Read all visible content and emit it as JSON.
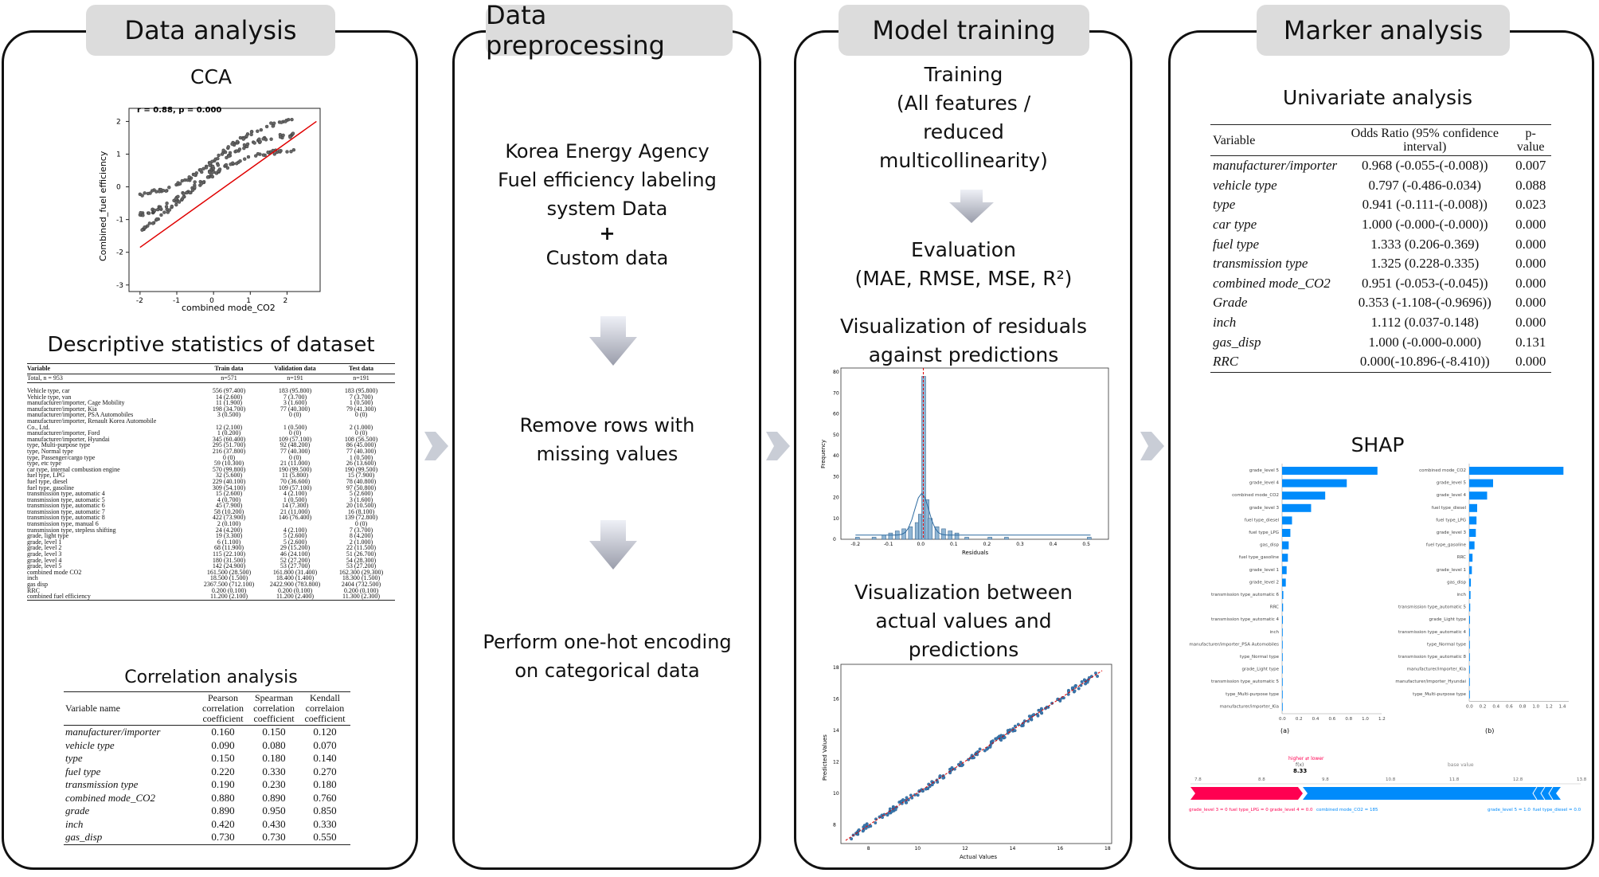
{
  "panels": {
    "data_analysis": "Data analysis",
    "data_preprocessing": "Data preprocessing",
    "model_training": "Model training",
    "marker_analysis": "Marker analysis"
  },
  "cca": {
    "title": "CCA",
    "annotation": "r = 0.88, p = 0.000",
    "xlabel": "combined mode_CO2",
    "ylabel": "Combined_fuel efficiency",
    "xticks": [
      "-2",
      "-1",
      "0",
      "1",
      "2"
    ],
    "yticks": [
      "2",
      "1",
      "0",
      "-1",
      "-2",
      "-3"
    ]
  },
  "descriptive": {
    "title": "Descriptive statistics of dataset",
    "headers": [
      "Variable",
      "Train data",
      "Validation data",
      "Test data"
    ],
    "total": [
      "Total, n = 953",
      "n=571",
      "n=191",
      "n=191"
    ],
    "rows": [
      [
        "Vehicle type, car",
        "556 (97.400)",
        "183 (95.800)",
        "183 (95.800)"
      ],
      [
        "Vehicle type, van",
        "14 (2.600)",
        "7 (3.700)",
        "7 (3.700)"
      ],
      [
        "manufacturer/importer, Cage Mobility",
        "11 (1.900)",
        "3 (1.600)",
        "1 (0.500)"
      ],
      [
        "manufacturer/importer, Kia",
        "198 (34.700)",
        "77 (40.300)",
        "79 (41.300)"
      ],
      [
        "manufacturer/importer, PSA Automobiles",
        "3 (0.500)",
        "0 (0)",
        "0 (0)"
      ],
      [
        "manufacturer/importer, Renault Korea Automobile",
        "",
        "",
        ""
      ],
      [
        "Co., Ltd.",
        "12 (2.100)",
        "1 (0.500)",
        "2 (1.000)"
      ],
      [
        "manufacturer/importer, Ford",
        "1 (0.200)",
        "0 (0)",
        "0 (0)"
      ],
      [
        "manufacturer/importer, Hyundai",
        "345 (60.400)",
        "109 (57.100)",
        "108 (56.500)"
      ],
      [
        "type, Multi-purpose type",
        "295 (51.700)",
        "92 (48.200)",
        "86 (45.000)"
      ],
      [
        "type, Normal type",
        "216 (37.800)",
        "77 (40.300)",
        "77 (40.300)"
      ],
      [
        "type, Passenger/cargo type",
        "0 (0)",
        "0 (0)",
        "1 (0.500)"
      ],
      [
        "type, etc type",
        "59 (10.300)",
        "21 (11.000)",
        "26 (13.600)"
      ],
      [
        "car type, internal combustion engine",
        "570 (99.800)",
        "190 (99.500)",
        "190 (99.500)"
      ],
      [
        "fuel type, LPG",
        "32 (5.600)",
        "11 (5.800)",
        "15 (7.900)"
      ],
      [
        "fuel type, diesel",
        "229 (40.100)",
        "70 (36.600)",
        "78 (40.800)"
      ],
      [
        "fuel type, gasoline",
        "309 (54.100)",
        "109 (57.100)",
        "97 (50.800)"
      ],
      [
        "transmission type, automatic 4",
        "15 (2.600)",
        "4 (2.100)",
        "5 (2.600)"
      ],
      [
        "transmission type, automatic 5",
        "4 (0.700)",
        "1 (0.500)",
        "3 (1.600)"
      ],
      [
        "transmission type, automatic 6",
        "45 (7.900)",
        "14 (7.300)",
        "20 (10.500)"
      ],
      [
        "transmission type, automatic 7",
        "58 (10.200)",
        "21 (11.000)",
        "16 (8.100)"
      ],
      [
        "transmission type, automatic 8",
        "422 (73.900)",
        "146 (76.400)",
        "139 (72.800)"
      ],
      [
        "transmission type, manual 6",
        "2 (0.100)",
        "",
        "0 (0)"
      ],
      [
        "transmission type, stepless shifting",
        "24 (4.200)",
        "4 (2.100)",
        "7 (3.700)"
      ],
      [
        "grade, light type",
        "19 (3.300)",
        "5 (2.600)",
        "8 (4.200)"
      ],
      [
        "grade, level 1",
        "6 (1.100)",
        "5 (2.600)",
        "2 (1.000)"
      ],
      [
        "grade, level 2",
        "68 (11.900)",
        "29 (15.200)",
        "22 (11.500)"
      ],
      [
        "grade, level 3",
        "115 (22.100)",
        "46 (24.100)",
        "51 (26.700)"
      ],
      [
        "grade, level 4",
        "180 (31.500)",
        "52 (27.200)",
        "54 (28.300)"
      ],
      [
        "grade, level 5",
        "142 (24.900)",
        "53 (27.700)",
        "53 (27.200)"
      ],
      [
        "combined mode CO2",
        "161.500 (28.500)",
        "161.800 (31.400)",
        "162.300 (29.300)"
      ],
      [
        "inch",
        "18.500 (1.500)",
        "18.400 (1.400)",
        "18.300 (1.500)"
      ],
      [
        "gas disp",
        "2367.500 (712.100)",
        "2422.900 (783.800)",
        "2404 (732.500)"
      ],
      [
        "RRC",
        "0.200 (0.100)",
        "0.200 (0.100)",
        "0.200 (0.100)"
      ],
      [
        "combined fuel efficiency",
        "11.200 (2.100)",
        "11.200 (2.400)",
        "11.300 (2.300)"
      ]
    ]
  },
  "correlation": {
    "title": "Correlation analysis",
    "headers": [
      "Variable name",
      "Pearson correlation coefficient",
      "Spearman correlation coefficient",
      "Kendall correlaion coefficient"
    ],
    "rows": [
      [
        "manufacturer/importer",
        "0.160",
        "0.150",
        "0.120"
      ],
      [
        "vehicle type",
        "0.090",
        "0.080",
        "0.070"
      ],
      [
        "type",
        "0.150",
        "0.180",
        "0.140"
      ],
      [
        "fuel type",
        "0.220",
        "0.330",
        "0.270"
      ],
      [
        "transmission type",
        "0.190",
        "0.230",
        "0.180"
      ],
      [
        "combined mode_CO2",
        "0.880",
        "0.890",
        "0.760"
      ],
      [
        "grade",
        "0.890",
        "0.950",
        "0.850"
      ],
      [
        "inch",
        "0.420",
        "0.430",
        "0.330"
      ],
      [
        "gas_disp",
        "0.730",
        "0.730",
        "0.550"
      ]
    ]
  },
  "preprocessing": {
    "source_line1": "Korea Energy Agency",
    "source_line2": "Fuel efficiency labeling",
    "source_line3": "system Data",
    "plus": "+",
    "custom": "Custom data",
    "step2_line1": "Remove rows with",
    "step2_line2": "missing values",
    "step3_line1": "Perform one-hot encoding",
    "step3_line2": "on categorical data"
  },
  "training": {
    "line1": "Training",
    "line2": "(All features /",
    "line3": "reduced",
    "line4": "multicollinearity)",
    "eval_title": "Evaluation",
    "eval_metrics": "(MAE, RMSE, MSE, R²)",
    "resid_title1": "Visualization of residuals",
    "resid_title2": "against predictions",
    "resid_xlabel": "Residuals",
    "resid_ylabel": "Frequency",
    "resid_xticks": [
      "-0.2",
      "-0.1",
      "0.0",
      "0.1",
      "0.2",
      "0.3",
      "0.4",
      "0.5"
    ],
    "resid_yticks": [
      "0",
      "10",
      "20",
      "30",
      "40",
      "50",
      "60",
      "70",
      "80"
    ],
    "actual_title1": "Visualization between",
    "actual_title2": "actual values and",
    "actual_title3": "predictions",
    "actual_xlabel": "Actual Values",
    "actual_ylabel": "Predicted Values",
    "actual_xticks": [
      "8",
      "10",
      "12",
      "14",
      "16",
      "18"
    ],
    "actual_yticks": [
      "8",
      "10",
      "12",
      "14",
      "16",
      "18"
    ]
  },
  "univariate": {
    "title": "Univariate analysis",
    "headers": [
      "Variable",
      "Odds Ratio (95% confidence interval)",
      "p-value"
    ],
    "rows": [
      [
        "manufacturer/importer",
        "0.968 (-0.055-(-0.008))",
        "0.007"
      ],
      [
        "vehicle type",
        "0.797 (-0.486-0.034)",
        "0.088"
      ],
      [
        "type",
        "0.941 (-0.111-(-0.008))",
        "0.023"
      ],
      [
        "car type",
        "1.000 (-0.000-(-0.000))",
        "0.000"
      ],
      [
        "fuel type",
        "1.333 (0.206-0.369)",
        "0.000"
      ],
      [
        "transmission type",
        "1.325 (0.228-0.335)",
        "0.000"
      ],
      [
        "combined mode_CO2",
        "0.951 (-0.053-(-0.045))",
        "0.000"
      ],
      [
        "Grade",
        "0.353 (-1.108-(-0.9696))",
        "0.000"
      ],
      [
        "inch",
        "1.112 (0.037-0.148)",
        "0.000"
      ],
      [
        "gas_disp",
        "1.000 (-0.000-0.000)",
        "0.131"
      ],
      [
        "RRC",
        "0.000(-10.896-(-8.410))",
        "0.000"
      ]
    ]
  },
  "shap": {
    "title": "SHAP",
    "panel_a_label": "(a)",
    "panel_b_label": "(b)",
    "a_features": [
      "grade_level 5",
      "grade_level 4",
      "combined mode_CO2",
      "grade_level 3",
      "fuel type_diesel",
      "fuel type_LPG",
      "gas_disp",
      "fuel type_gasoline",
      "grade_level 1",
      "grade_level 2",
      "transmission type_automatic 6",
      "RRC",
      "transmission type_automatic 4",
      "inch",
      "manufacturer/importer_PSA Automobiles",
      "type_Normal type",
      "grade_Light type",
      "transmission type_automatic 5",
      "type_Multi-purpose type",
      "manufacturer/importer_Kia"
    ],
    "a_values": [
      1.15,
      0.78,
      0.52,
      0.35,
      0.12,
      0.1,
      0.08,
      0.07,
      0.055,
      0.045,
      0.015,
      0.012,
      0.01,
      0.008,
      0.006,
      0.005,
      0.004,
      0.003,
      0.002,
      0.001
    ],
    "a_xticks": [
      "0.0",
      "0.2",
      "0.4",
      "0.6",
      "0.8",
      "1.0",
      "1.2"
    ],
    "b_features": [
      "combined mode_CO2",
      "grade_level 5",
      "grade_level 4",
      "fuel type_diesel",
      "fuel type_LPG",
      "grade_level 3",
      "fuel type_gasoline",
      "RRC",
      "grade_level 1",
      "gas_disp",
      "inch",
      "transmission type_automatic 5",
      "grade_Light type",
      "transmission type_automatic 4",
      "type_Normal type",
      "transmission type_automatic 8",
      "manufacturer/importer_Kia",
      "manufacturer/importer_Hyundai",
      "type_Multi-purpose type"
    ],
    "b_values": [
      1.42,
      0.36,
      0.27,
      0.12,
      0.11,
      0.1,
      0.08,
      0.05,
      0.04,
      0.025,
      0.02,
      0.015,
      0.012,
      0.01,
      0.008,
      0.006,
      0.004,
      0.003,
      0.002
    ],
    "b_xticks": [
      "0.0",
      "0.2",
      "0.4",
      "0.6",
      "0.8",
      "1.0",
      "1.2",
      "1.4"
    ],
    "force_higher_lower": "higher ⇄ lower",
    "force_fx": "f(x)",
    "force_value": "8.33",
    "force_base": "base value",
    "force_ticks": [
      "7.8",
      "8.8",
      "9.8",
      "10.8",
      "11.8",
      "12.8",
      "13.8"
    ],
    "force_left_label": "grade_level 3 = 0  fuel type_LPG = 0  grade_level 4 = 0.0",
    "force_mid_label": "combined mode_CO2 = 185",
    "force_right1": "grade_level 5 = 1.0",
    "force_right2": "fuel type_diesel = 0.0",
    "colors": {
      "positive": "#ff0051",
      "negative": "#008bfb"
    }
  }
}
